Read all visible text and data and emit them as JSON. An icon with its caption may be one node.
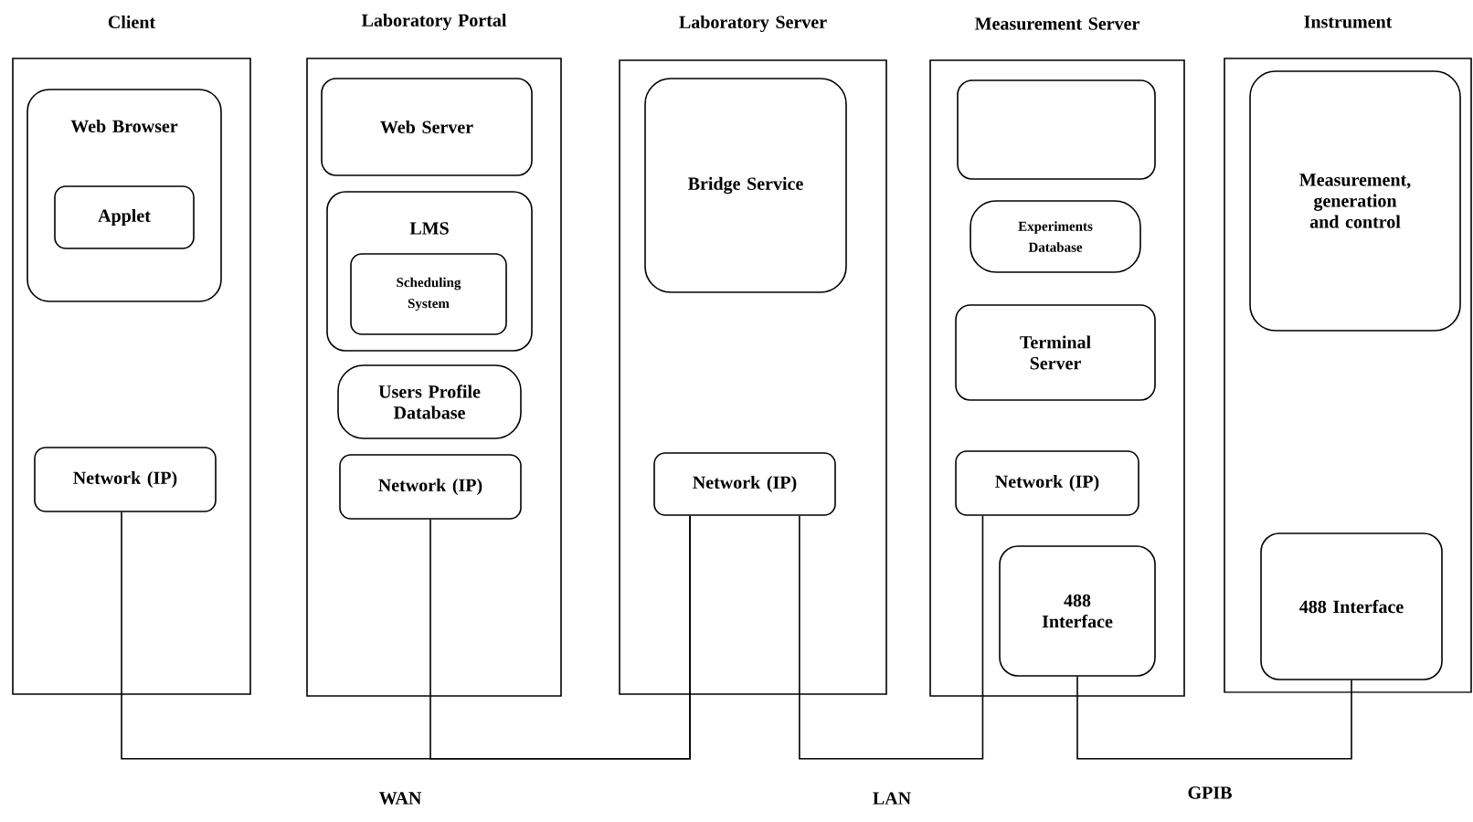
{
  "diagram": {
    "nodes": [
      {
        "text": [
          "Client"
        ]
      },
      {
        "text": [
          "Web Browser"
        ],
        "in": 0
      },
      {
        "text": [
          "Applet"
        ],
        "in": 1
      },
      {
        "text": [
          "Network (IP)"
        ],
        "in": 0
      },
      {
        "text": [
          "Laboratory Portal"
        ]
      },
      {
        "text": [
          "Web Server"
        ],
        "in": 4
      },
      {
        "text": [
          "LMS"
        ],
        "in": 4
      },
      {
        "text": [
          "Scheduling System"
        ],
        "in": 6
      },
      {
        "text": [
          "Users Profile Database"
        ],
        "in": 4
      },
      {
        "text": [
          "Network (IP)"
        ],
        "in": 4
      },
      {
        "text": [
          "Laboratory Server"
        ]
      },
      {
        "text": [
          "Bridge Service"
        ],
        "in": 10
      },
      {
        "text": [
          "Network (IP)"
        ],
        "in": 10
      },
      {
        "text": [
          "Measurement Server"
        ]
      },
      {
        "text": [],
        "shape": "box",
        "in": 13
      },
      {
        "text": [
          "Experiments Database"
        ],
        "in": 13
      },
      {
        "text": [
          "Terminal Server"
        ],
        "in": 13
      },
      {
        "text": [
          "Network (IP)"
        ],
        "in": 13
      },
      {
        "text": [
          "488 Interface"
        ],
        "in": 13
      },
      {
        "text": [
          "Instrument"
        ]
      },
      {
        "text": [
          "Measurement, generation and control"
        ],
        "in": 19
      },
      {
        "text": [
          "488 Interface"
        ],
        "in": 19
      }
    ],
    "edges": [
      {
        "from": 3,
        "to": 12,
        "arrow": "none",
        "label": "WAN"
      },
      {
        "from": 9,
        "to": 12,
        "arrow": "none"
      },
      {
        "from": 12,
        "to": 17,
        "arrow": "none",
        "label": "LAN"
      },
      {
        "from": 18,
        "to": 21,
        "arrow": "none",
        "label": "GPIB"
      }
    ]
  }
}
